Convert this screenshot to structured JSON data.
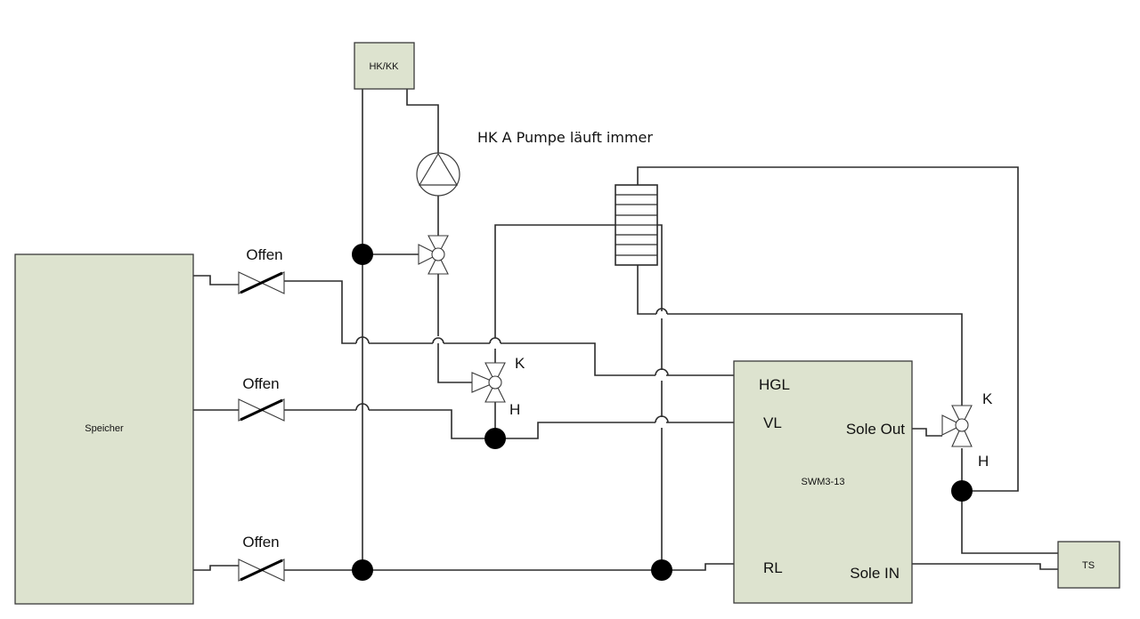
{
  "components": {
    "storage_tank": "Speicher",
    "heat_pump": "SWM3-13",
    "heating_circuit": "HK/KK",
    "source_unit": "TS"
  },
  "heat_pump_ports": {
    "hgl": "HGL",
    "vl": "VL",
    "rl": "RL",
    "sole_out": "Sole Out",
    "sole_in": "Sole IN"
  },
  "valves": {
    "top": "Offen",
    "middle": "Offen",
    "bottom": "Offen"
  },
  "three_way_valves": {
    "center_k": "K",
    "center_h": "H",
    "right_k": "K",
    "right_h": "H"
  },
  "note": "HK A Pumpe läuft immer"
}
